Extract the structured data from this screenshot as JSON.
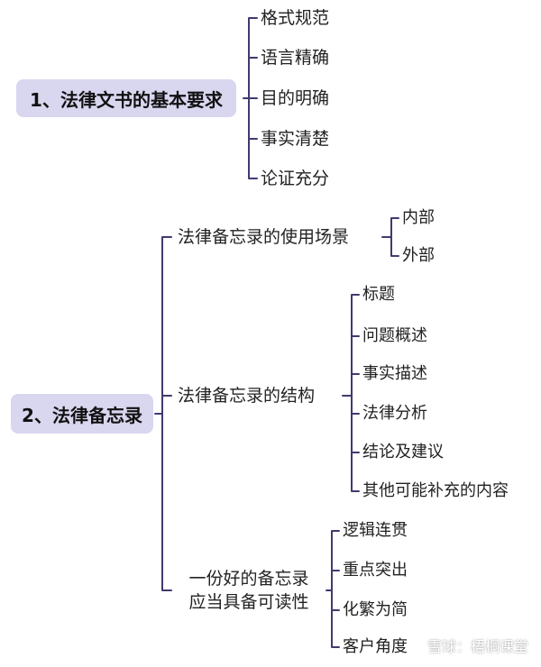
{
  "colors": {
    "line": "#3f3a6e",
    "root_fill": "#d9d6ef"
  },
  "section1": {
    "root": "1、法律文书的基本要求",
    "children": [
      "格式规范",
      "语言精确",
      "目的明确",
      "事实清楚",
      "论证充分"
    ]
  },
  "section2": {
    "root": "2、法律备忘录",
    "branch1": {
      "label": "法律备忘录的使用场景",
      "children": [
        "内部",
        "外部"
      ]
    },
    "branch2": {
      "label": "法律备忘录的结构",
      "children": [
        "标题",
        "问题概述",
        "事实描述",
        "法律分析",
        "结论及建议",
        "其他可能补充的内容"
      ]
    },
    "branch3": {
      "label_line1": "一份好的备忘录",
      "label_line2": "应当具备可读性",
      "children": [
        "逻辑连贯",
        "重点突出",
        "化繁为简",
        "客户角度"
      ]
    }
  },
  "watermark": "雪球：梧桐课堂"
}
